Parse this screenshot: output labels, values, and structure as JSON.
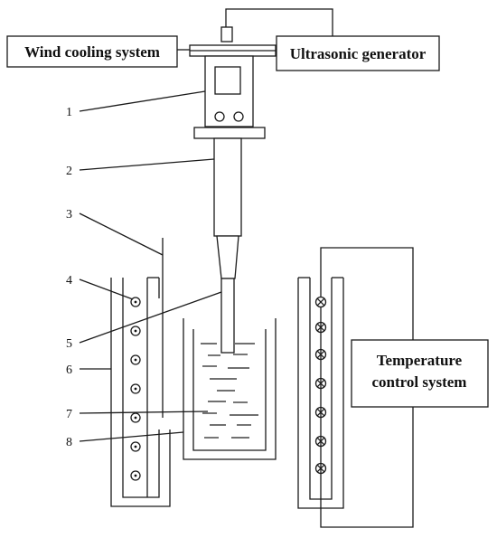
{
  "boxes": {
    "wind_cooling": "Wind cooling system",
    "ultrasonic": "Ultrasonic generator",
    "temperature_line1": "Temperature",
    "temperature_line2": "control system"
  },
  "callouts": [
    "1",
    "2",
    "3",
    "4",
    "5",
    "6",
    "7",
    "8"
  ],
  "icons": {
    "heater_left": "dot-in-circle",
    "heater_right": "x-in-circle"
  }
}
